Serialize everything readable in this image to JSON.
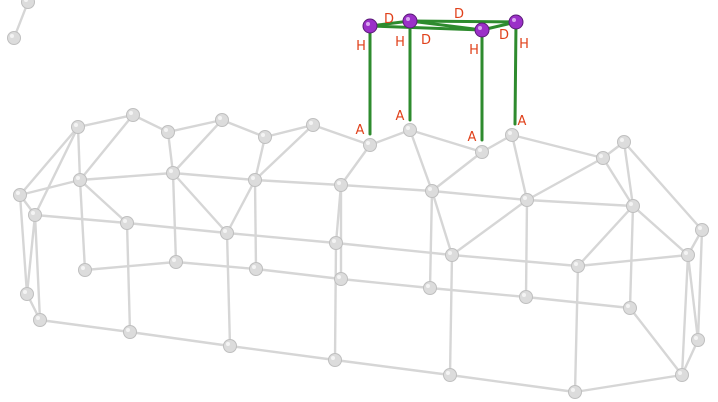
{
  "colors": {
    "background": "#ffffff",
    "frame_line": "#d6d6d6",
    "frame_node": "#dcdcdc",
    "frame_node_stroke": "#bfbfbf",
    "added_line": "#2e8b2e",
    "added_node": "#9b30c8",
    "added_node_stroke": "#5a1a78",
    "label": "#e0401a"
  },
  "labels": [
    {
      "id": "D1",
      "text": "D"
    },
    {
      "id": "D2",
      "text": "D"
    },
    {
      "id": "D3",
      "text": "D"
    },
    {
      "id": "D4",
      "text": "D"
    },
    {
      "id": "H1",
      "text": "H"
    },
    {
      "id": "H2",
      "text": "H"
    },
    {
      "id": "H3",
      "text": "H"
    },
    {
      "id": "H4",
      "text": "H"
    },
    {
      "id": "A1",
      "text": "A"
    },
    {
      "id": "A2",
      "text": "A"
    },
    {
      "id": "A3",
      "text": "A"
    },
    {
      "id": "A4",
      "text": "A"
    }
  ]
}
